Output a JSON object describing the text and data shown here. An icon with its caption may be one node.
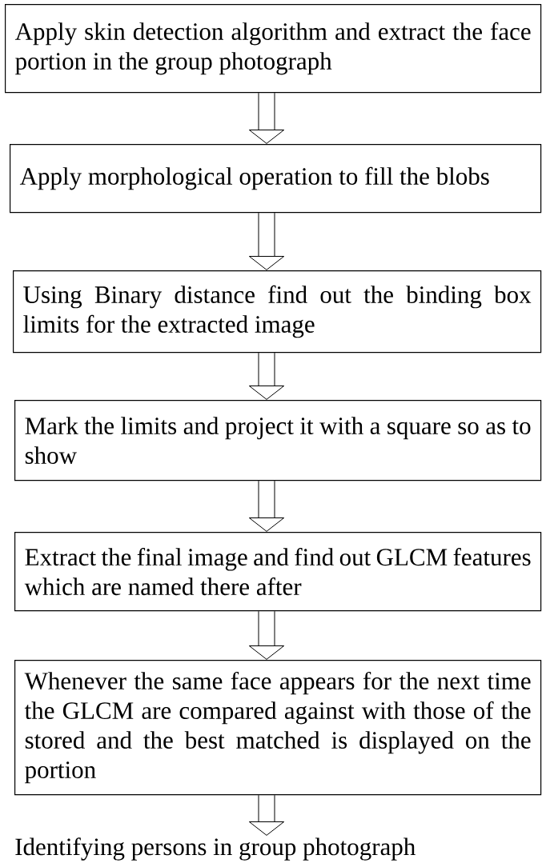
{
  "diagram": {
    "nodes": [
      {
        "text": [
          "Apply skin detection algorithm and extract the face portion in the group photograph"
        ]
      },
      {
        "text": [
          "Apply morphological operation to fill the blobs"
        ]
      },
      {
        "text": [
          "Using Binary distance find out the binding box limits for the extracted image"
        ]
      },
      {
        "text": [
          "Mark the limits and project it with a square so as to show"
        ]
      },
      {
        "text": [
          "Extract the final image and find out GLCM features which are named there after"
        ]
      },
      {
        "text": [
          "Whenever the same face appears for the next time the GLCM are compared against with those of the stored and the best matched is displayed on the portion"
        ]
      },
      {
        "text": [
          "Identifying persons in group photograph"
        ]
      }
    ],
    "edges": [
      {
        "from": 0,
        "to": 1,
        "arrow": "to"
      },
      {
        "from": 1,
        "to": 2,
        "arrow": "to"
      },
      {
        "from": 2,
        "to": 3,
        "arrow": "to"
      },
      {
        "from": 3,
        "to": 4,
        "arrow": "to"
      },
      {
        "from": 4,
        "to": 5,
        "arrow": "to"
      },
      {
        "from": 5,
        "to": 6,
        "arrow": "to"
      }
    ]
  }
}
